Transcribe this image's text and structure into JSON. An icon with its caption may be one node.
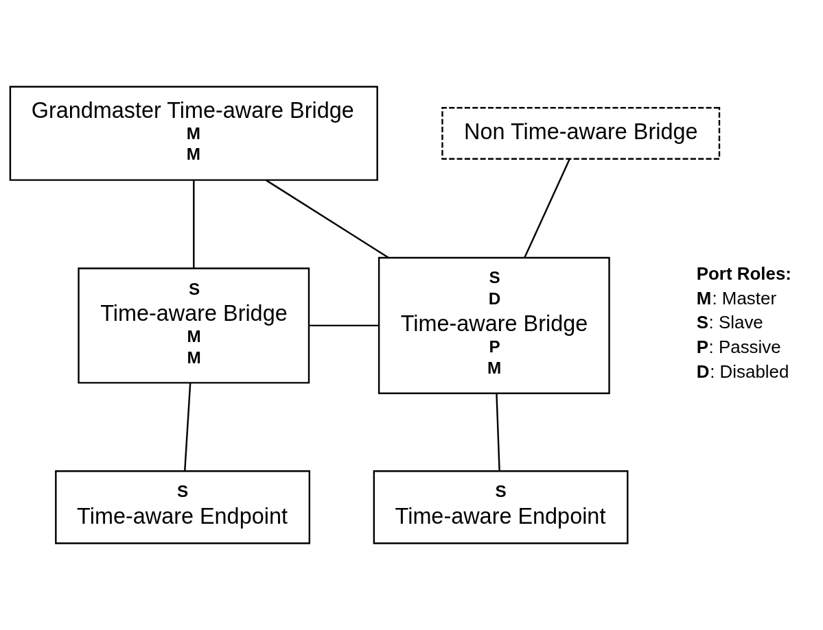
{
  "diagram": {
    "nodes": [
      {
        "text": [
          "Grandmaster Time-aware Bridge",
          "M",
          "M"
        ]
      },
      {
        "text": [
          "Non Time-aware Bridge"
        ]
      },
      {
        "text": [
          "S",
          "Time-aware Bridge",
          "M",
          "M"
        ]
      },
      {
        "text": [
          "S",
          "D",
          "Time-aware Bridge",
          "P",
          "M"
        ]
      },
      {
        "text": [
          "S",
          "Time-aware Endpoint"
        ]
      },
      {
        "text": [
          "S",
          "Time-aware Endpoint"
        ]
      }
    ],
    "edges": [
      {
        "from": 0,
        "to": 2,
        "arrow": "none"
      },
      {
        "from": 0,
        "to": 3,
        "arrow": "none"
      },
      {
        "from": 1,
        "to": 3,
        "arrow": "none"
      },
      {
        "from": 2,
        "to": 3,
        "arrow": "none"
      },
      {
        "from": 2,
        "to": 4,
        "arrow": "none"
      },
      {
        "from": 3,
        "to": 5,
        "arrow": "none"
      }
    ],
    "labels": [
      "Port Roles:",
      "**M**: Master",
      "**S**: Slave",
      "**P**: Passive",
      "**D**: Disabled"
    ]
  }
}
